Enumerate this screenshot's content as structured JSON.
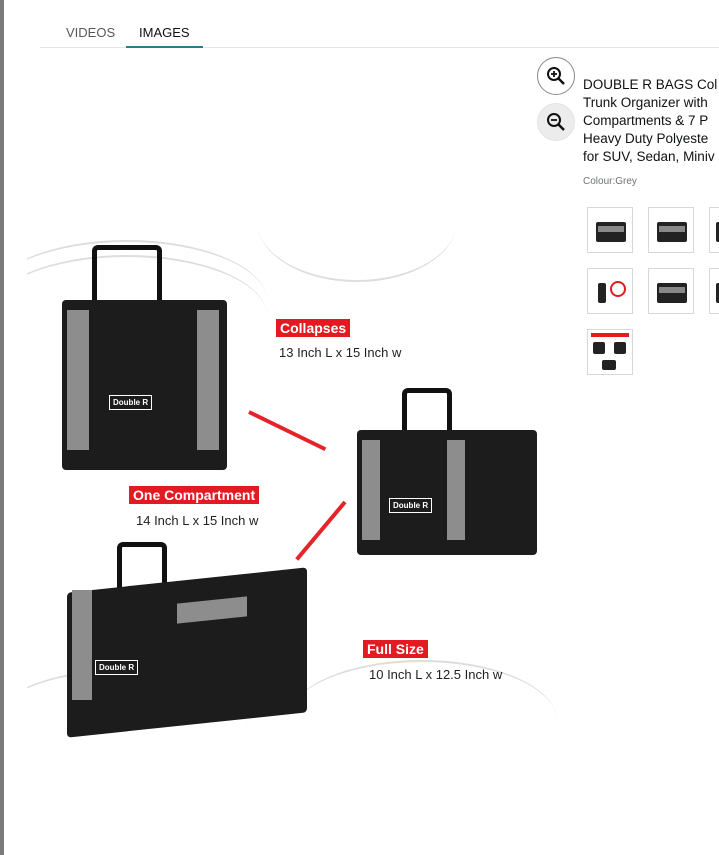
{
  "tabs": [
    {
      "label": "VIDEOS",
      "active": false
    },
    {
      "label": "IMAGES",
      "active": true
    }
  ],
  "zoom": {
    "in_icon": "zoom-in-icon",
    "out_icon": "zoom-out-icon"
  },
  "product": {
    "title_lines": [
      "DOUBLE R BAGS Col",
      "Trunk Organizer with",
      "Compartments & 7 P",
      "Heavy Duty Polyeste",
      "for SUV, Sedan, Miniv"
    ],
    "colour": "Colour:Grey"
  },
  "thumbnails": [
    {
      "selected": false
    },
    {
      "selected": false
    },
    {
      "selected": false
    },
    {
      "selected": false
    },
    {
      "selected": false
    },
    {
      "selected": false
    },
    {
      "selected": false
    }
  ],
  "image": {
    "labels": [
      {
        "title": "Collapses",
        "dims": "13 Inch L x 15 Inch w"
      },
      {
        "title": "One Compartment",
        "dims": "14 Inch L x 15 Inch w"
      },
      {
        "title": "Full Size",
        "dims": "10 Inch L x 12.5 Inch w"
      }
    ],
    "logo": "Double R",
    "accent": "#e21b23"
  }
}
